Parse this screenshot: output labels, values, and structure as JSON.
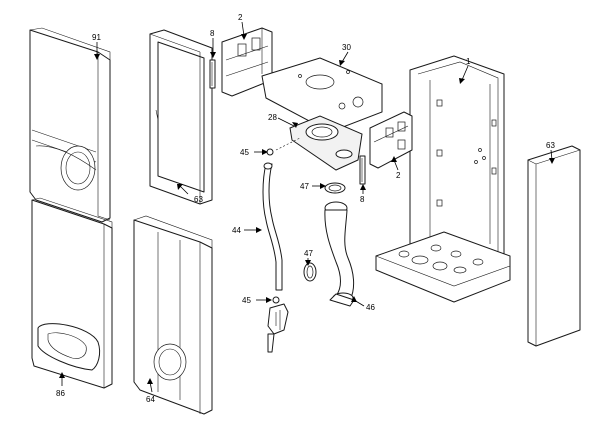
{
  "parts": {
    "front_panel_top": "91",
    "side_frame_left": "63",
    "bracket_top": "2",
    "clip_left": "8",
    "top_plate": "30",
    "chassis": "1",
    "flue_collar": "28",
    "clip_right": "8",
    "bracket_right": "2",
    "fitting_top": "45",
    "seal_ring_top": "47",
    "side_panel_right": "63",
    "pipe": "44",
    "seal_ring_bottom": "47",
    "fitting_bottom": "45",
    "elbow_pipe": "46",
    "front_panel_bottom": "86",
    "front_panel_open": "64"
  }
}
